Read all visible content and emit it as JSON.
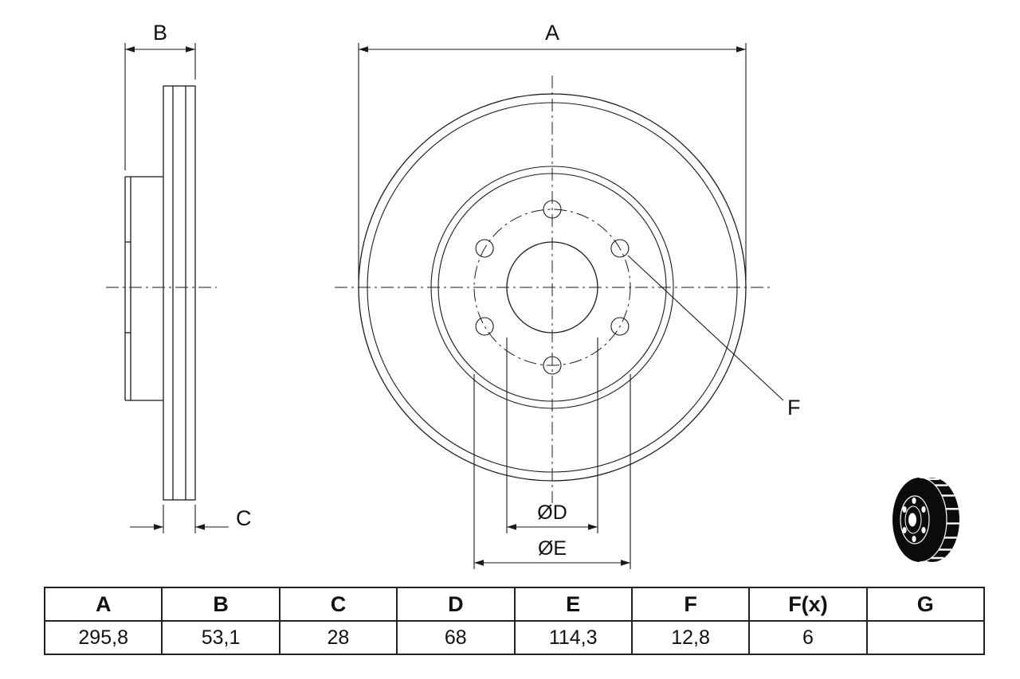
{
  "drawing": {
    "dim_a": "A",
    "dim_b": "B",
    "dim_c": "C",
    "dim_f": "F",
    "dim_d_dia": "ØD",
    "dim_e_dia": "ØE"
  },
  "spec_table": {
    "headers": [
      "A",
      "B",
      "C",
      "D",
      "E",
      "F",
      "F(x)",
      "G"
    ],
    "values": [
      "295,8",
      "53,1",
      "28",
      "68",
      "114,3",
      "12,8",
      "6",
      ""
    ]
  },
  "colors": {
    "line": "#1a1a1a",
    "background": "#ffffff"
  }
}
